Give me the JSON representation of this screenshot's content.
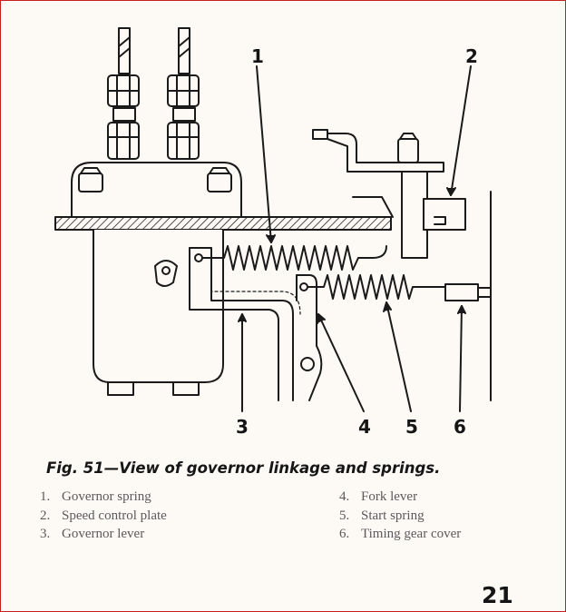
{
  "figure": {
    "callouts": [
      "1",
      "2",
      "3",
      "4",
      "5",
      "6"
    ]
  },
  "caption": "Fig. 51—View of governor linkage and springs.",
  "legend": {
    "left": [
      {
        "num": "1.",
        "label": "Governor spring"
      },
      {
        "num": "2.",
        "label": "Speed control plate"
      },
      {
        "num": "3.",
        "label": "Governor lever"
      }
    ],
    "right": [
      {
        "num": "4.",
        "label": "Fork lever"
      },
      {
        "num": "5.",
        "label": "Start spring"
      },
      {
        "num": "6.",
        "label": "Timing gear cover"
      }
    ]
  },
  "page_number": "21",
  "colors": {
    "border": "#c62020",
    "ink": "#1a1a1a",
    "legend_text": "#5a5a5a"
  }
}
